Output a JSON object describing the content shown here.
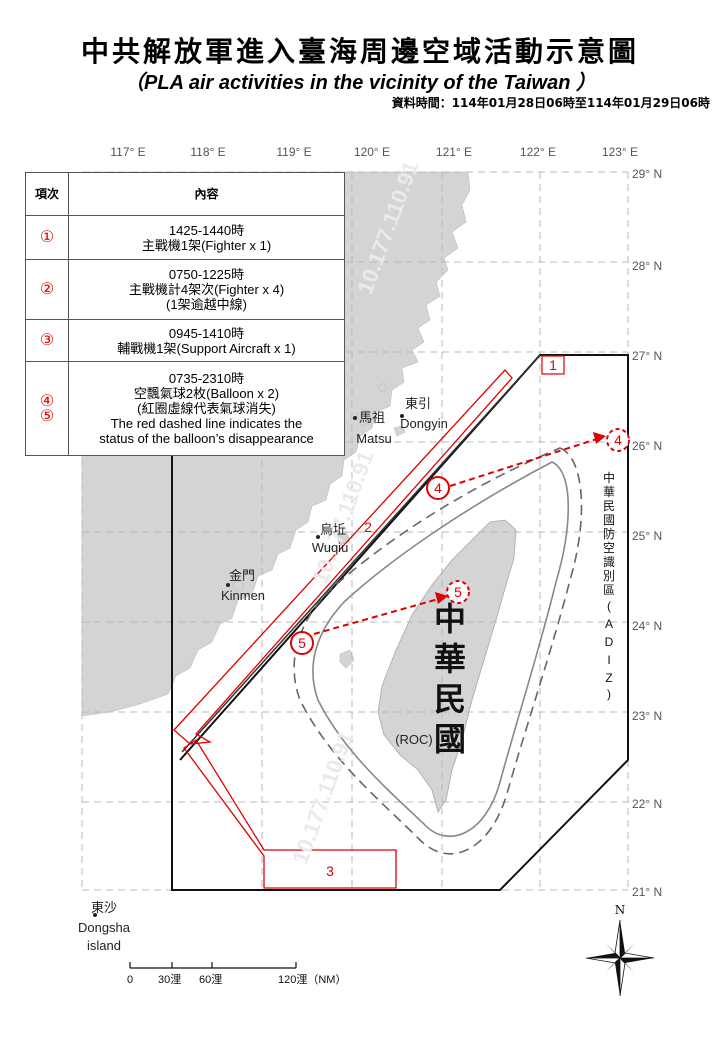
{
  "header": {
    "title": "中共解放軍進入臺海周邊空域活動示意圖",
    "subtitle": "（PLA air activities in the vicinity of the Taiwan ）",
    "period": "資料時間：114年01月28日06時至114年01月29日06時"
  },
  "longitudes": [
    "117° E",
    "118° E",
    "119° E",
    "120° E",
    "121° E",
    "122° E",
    "123° E"
  ],
  "latitudes": [
    "29° N",
    "28° N",
    "27° N",
    "26° N",
    "25° N",
    "24° N",
    "23° N",
    "22° N",
    "21° N"
  ],
  "table": {
    "col_item": "項次",
    "col_content": "內容",
    "rows": [
      {
        "num": "①",
        "lines": [
          "1425-1440時",
          "主戰機1架(Fighter x 1)"
        ]
      },
      {
        "num": "②",
        "lines": [
          "0750-1225時",
          "主戰機計4架次(Fighter x 4)",
          "(1架逾越中線)"
        ]
      },
      {
        "num": "③",
        "lines": [
          "0945-1410時",
          "輔戰機1架(Support Aircraft x 1)"
        ]
      },
      {
        "num": "④\n⑤",
        "lines": [
          "0735-2310時",
          "空飄氣球2枚(Balloon x 2)",
          "(紅圈虛線代表氣球消失)",
          "The red dashed line indicates the",
          "status of the balloon’s disappearance"
        ]
      }
    ]
  },
  "places": {
    "matsu_zh": "馬祖",
    "matsu_en": "Matsu",
    "dongyin_zh": "東引",
    "dongyin_en": "Dongyin",
    "wuqiu_zh": "烏坵",
    "wuqiu_en": "Wuqiu",
    "kinmen_zh": "金門",
    "kinmen_en": "Kinmen",
    "dongsha_zh": "東沙",
    "dongsha_en1": "Dongsha",
    "dongsha_en2": "island",
    "roc_chars": [
      "中",
      "華",
      "民",
      "國"
    ],
    "roc_en": "(ROC)"
  },
  "adiz_label": [
    "中",
    "華",
    "民",
    "國",
    "防",
    "空",
    "識",
    "別",
    "區",
    "(",
    "A",
    "D",
    "I",
    "Z",
    ")"
  ],
  "markers": {
    "m1": "1",
    "m2": "2",
    "m3": "3",
    "m4": "4",
    "m5": "5"
  },
  "scale": {
    "t0": "0",
    "t1": "30浬",
    "t2": "60浬",
    "t3": "120浬（NM）"
  },
  "compass_n": "N",
  "watermark": "10.177.110.91",
  "colors": {
    "accent": "#e00000",
    "land": "#d4d4d4",
    "grid": "#b8b8b8"
  }
}
